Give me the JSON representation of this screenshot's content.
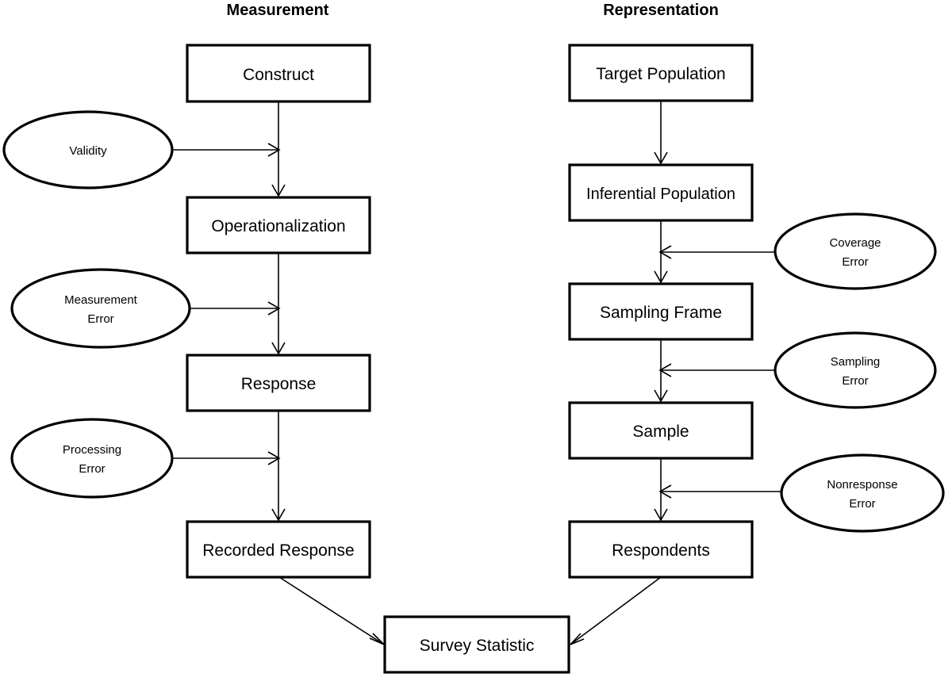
{
  "columns": [
    {
      "id": "measurement",
      "title": "Measurement"
    },
    {
      "id": "representation",
      "title": "Representation"
    }
  ],
  "measurement_nodes": [
    {
      "label": "Construct"
    },
    {
      "label": "Operationalization"
    },
    {
      "label": "Response"
    },
    {
      "label": "Recorded Response"
    }
  ],
  "representation_nodes": [
    {
      "label": "Target Population"
    },
    {
      "label": "Inferential Population"
    },
    {
      "label": "Sampling Frame"
    },
    {
      "label": "Sample"
    },
    {
      "label": "Respondents"
    }
  ],
  "measurement_errors": [
    {
      "line1": "Validity",
      "line2": ""
    },
    {
      "line1": "Measurement",
      "line2": "Error"
    },
    {
      "line1": "Processing",
      "line2": "Error"
    }
  ],
  "representation_errors": [
    {
      "line1": "Coverage",
      "line2": "Error"
    },
    {
      "line1": "Sampling",
      "line2": "Error"
    },
    {
      "line1": "Nonresponse",
      "line2": "Error"
    }
  ],
  "outcome": {
    "label": "Survey Statistic"
  },
  "colors": {
    "stroke": "#000000",
    "fill": "#ffffff",
    "text": "#000000"
  }
}
